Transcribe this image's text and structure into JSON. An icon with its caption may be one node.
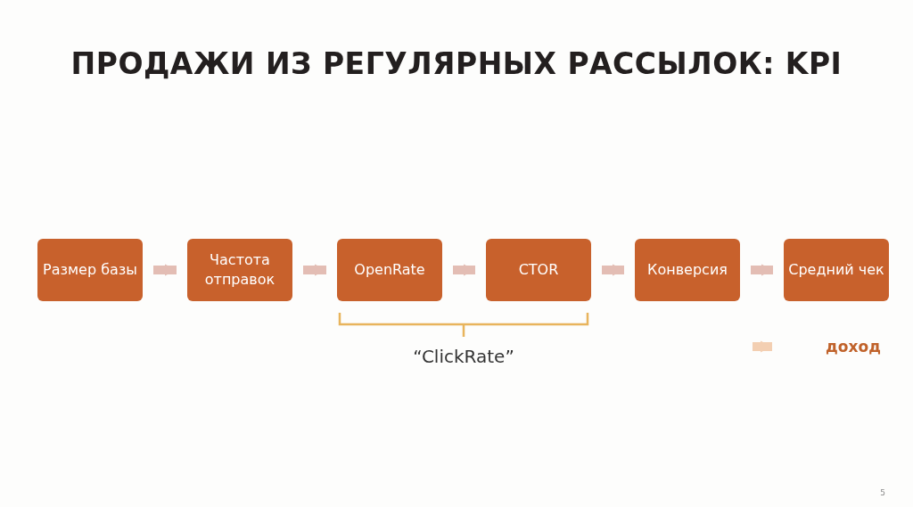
{
  "diagram": {
    "title": "ПРОДАЖИ ИЗ РЕГУЛЯРНЫХ РАССЫЛОК: KPI",
    "nodes": [
      {
        "text": [
          "Размер базы"
        ]
      },
      {
        "text": [
          "Частота отправок"
        ]
      },
      {
        "text": [
          "OpenRate"
        ]
      },
      {
        "text": [
          "CTOR"
        ]
      },
      {
        "text": [
          "Конверсия"
        ]
      },
      {
        "text": [
          "Средний чек"
        ]
      },
      {
        "text": [
          "доход"
        ]
      }
    ],
    "edges": [
      {
        "from": 0,
        "to": 1,
        "arrow": "to"
      },
      {
        "from": 1,
        "to": 2,
        "arrow": "to"
      },
      {
        "from": 2,
        "to": 3,
        "arrow": "to"
      },
      {
        "from": 3,
        "to": 4,
        "arrow": "to"
      },
      {
        "from": 4,
        "to": 5,
        "arrow": "to"
      },
      {
        "from": null,
        "to": 6,
        "arrow": "to",
        "color": "#f3cfb2"
      }
    ],
    "labels": [
      "“ClickRate”",
      "5"
    ]
  }
}
